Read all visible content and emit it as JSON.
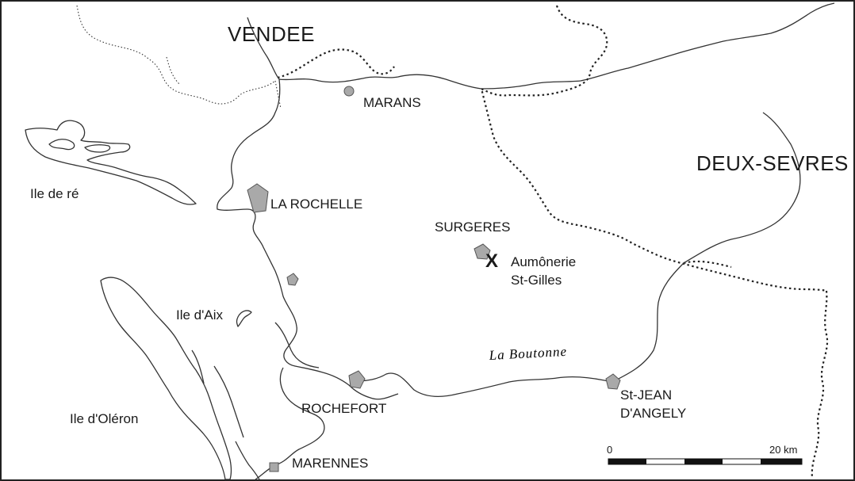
{
  "regions": {
    "vendee": "VENDEE",
    "deux_sevres": "DEUX-SEVRES"
  },
  "islands": {
    "re": "Ile de ré",
    "aix": "Ile d'Aix",
    "oleron": "Ile d'Oléron"
  },
  "towns": {
    "marans": "MARANS",
    "la_rochelle": "LA ROCHELLE",
    "surgeres": "SURGERES",
    "rochefort": "ROCHEFORT",
    "marennes": "MARENNES",
    "st_jean_1": "St-JEAN",
    "st_jean_2": "D'ANGELY"
  },
  "site": {
    "marker": "X",
    "name_1": "Aumônerie",
    "name_2": "St-Gilles"
  },
  "river": {
    "name": "La Boutonne"
  },
  "scale": {
    "start_label": "0",
    "end_label": "20 km"
  },
  "colors": {
    "town_fill": "#a9a9a9",
    "outline": "#333333"
  }
}
